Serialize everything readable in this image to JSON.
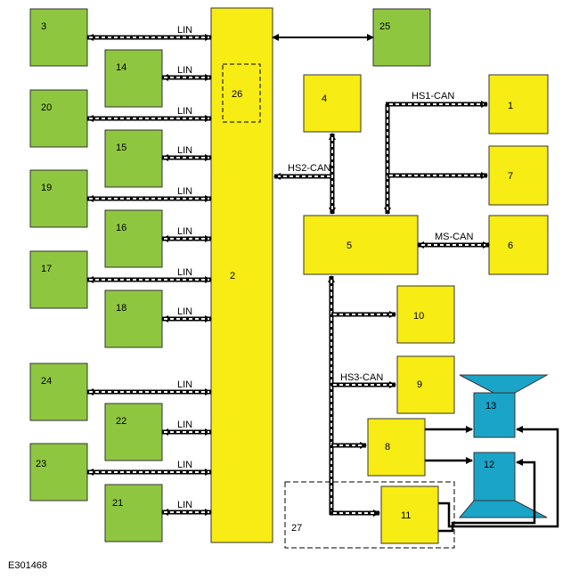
{
  "figure_id": "E301468",
  "colors": {
    "green": "#8fc640",
    "yellow": "#f7ec13",
    "blue": "#1aa5c8",
    "line": "#000000"
  },
  "modules": {
    "m1": "1",
    "m2": "2",
    "m3": "3",
    "m4": "4",
    "m5": "5",
    "m6": "6",
    "m7": "7",
    "m8": "8",
    "m9": "9",
    "m10": "10",
    "m11": "11",
    "m12": "12",
    "m13": "13",
    "m14": "14",
    "m15": "15",
    "m16": "16",
    "m17": "17",
    "m18": "18",
    "m19": "19",
    "m20": "20",
    "m21": "21",
    "m22": "22",
    "m23": "23",
    "m24": "24",
    "m25": "25",
    "m26": "26",
    "m27": "27"
  },
  "bus_labels": {
    "lin": "LIN",
    "hs1": "HS1-CAN",
    "hs2": "HS2-CAN",
    "hs3": "HS3-CAN",
    "ms": "MS-CAN"
  }
}
